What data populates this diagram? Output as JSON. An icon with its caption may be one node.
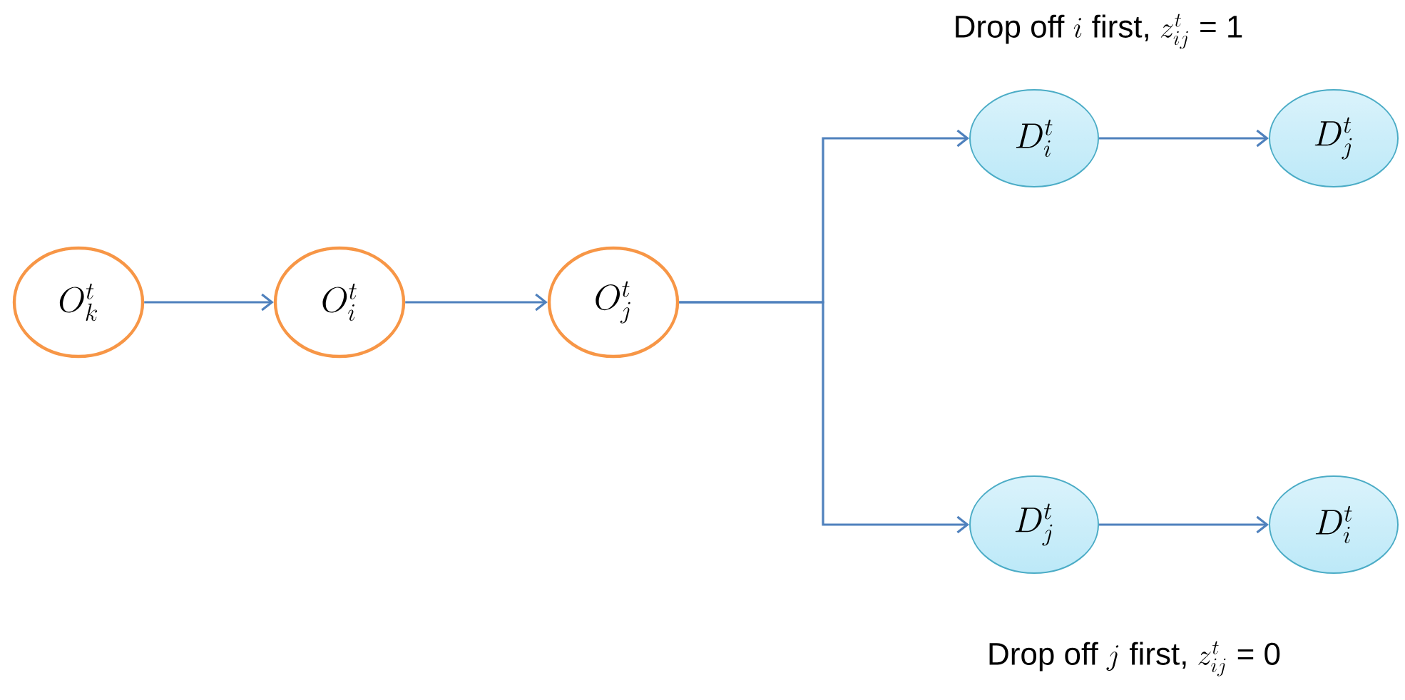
{
  "diagram": {
    "nodes": [
      {
        "text": [
          "O_k^t"
        ]
      },
      {
        "text": [
          "O_i^t"
        ]
      },
      {
        "text": [
          "O_j^t"
        ]
      },
      {
        "text": [
          "D_i^t"
        ]
      },
      {
        "text": [
          "D_j^t"
        ]
      },
      {
        "text": [
          "D_j^t"
        ]
      },
      {
        "text": [
          "D_i^t"
        ]
      }
    ],
    "edges": [
      {
        "from": 0,
        "to": 1,
        "arrow": "to"
      },
      {
        "from": 1,
        "to": 2,
        "arrow": "to"
      },
      {
        "from": 2,
        "to": 3,
        "arrow": "to"
      },
      {
        "from": 2,
        "to": 5,
        "arrow": "to"
      },
      {
        "from": 3,
        "to": 4,
        "arrow": "to"
      },
      {
        "from": 5,
        "to": 6,
        "arrow": "to"
      }
    ],
    "labels": [
      "\\hbox{Drop off }i\\hbox{ first, }z_{ij}^t\\hbox{ = 1}",
      "\\hbox{Drop off }j\\hbox{ first, }z_{ij}^t\\hbox{ = 0}"
    ]
  }
}
